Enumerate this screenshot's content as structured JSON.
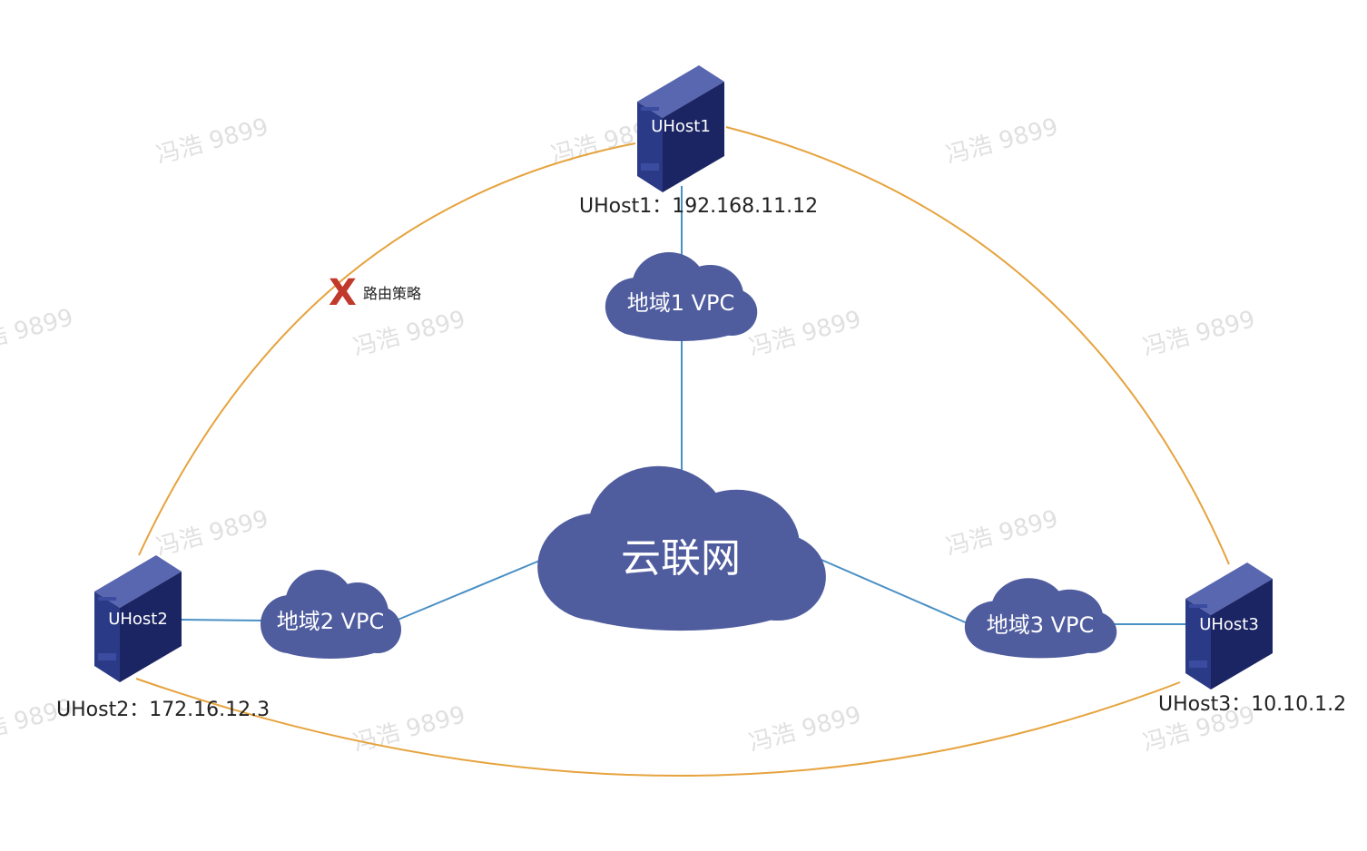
{
  "hosts": {
    "uhost1": {
      "name": "UHost1",
      "label": "UHost1：192.168.11.12"
    },
    "uhost2": {
      "name": "UHost2",
      "label": "UHost2：172.16.12.3"
    },
    "uhost3": {
      "name": "UHost3",
      "label": "UHost3：10.10.1.2"
    }
  },
  "vpcs": {
    "vpc1": "地域1 VPC",
    "vpc2": "地域2 VPC",
    "vpc3": "地域3 VPC"
  },
  "center": "云联网",
  "blocked": {
    "mark": "X",
    "label": "路由策略"
  },
  "watermark": "冯浩 9899",
  "colors": {
    "cloud": "#4f5c9e",
    "server_front": "#2b3a86",
    "server_side": "#1b2563",
    "server_top": "#5966b0",
    "blue_line": "#4a90c4",
    "orange_line": "#e6a33e",
    "blocked_mark": "#c0392b"
  }
}
